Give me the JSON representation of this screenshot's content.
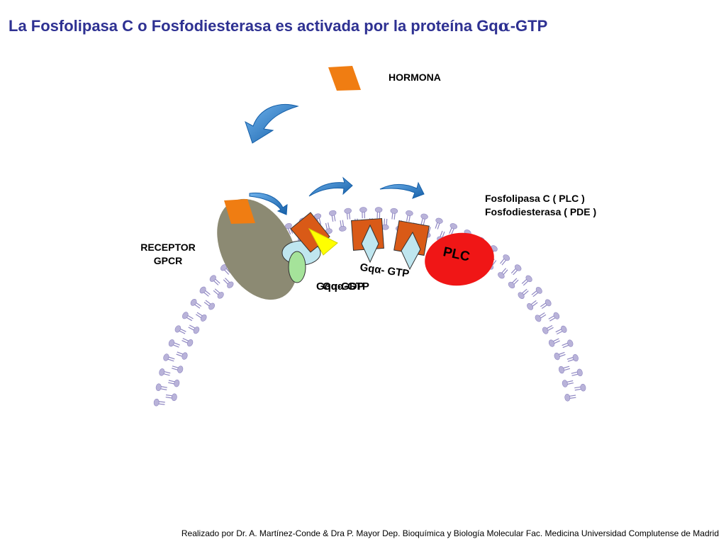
{
  "title": {
    "prefix": "La Fosfolipasa C o Fosfodiesterasa es activada por la proteína Gq",
    "greek": "α",
    "suffix": "-GTP"
  },
  "labels": {
    "hormone": "HORMONA",
    "receptor_line1": "RECEPTOR",
    "receptor_line2": "GPCR",
    "plc_line1": "Fosfolipasa C ( PLC )",
    "plc_line2": "Fosfodiesterasa ( PDE )",
    "plc_badge": "PLC",
    "gq_gtp": "Gqα- GTP",
    "gq_overlap_a": "Gqα-GDP",
    "gq_overlap_b": "Gqα-GTP"
  },
  "footer": "Realizado por Dr. A. Martínez-Conde & Dra P. Mayor Dep. Bioquímica y Biología Molecular Fac. Medicina Universidad Complutense de Madrid",
  "colors": {
    "title": "#2e3192",
    "membrane": "#b9b3d9",
    "membrane_stroke": "#8f87c2",
    "hormone": "#f07d12",
    "receptor": "#8c8a73",
    "g_subunit": "#d95a17",
    "gamma_subunit": "#bfe6ef",
    "beta_subunit": "#a5e39a",
    "gtp_diamond": "#bfe6ef",
    "plc": "#f01616",
    "arrow": "#1f73c2",
    "highlight": "#ffff00"
  },
  "icons": [
    "curved-arrow-icon"
  ]
}
